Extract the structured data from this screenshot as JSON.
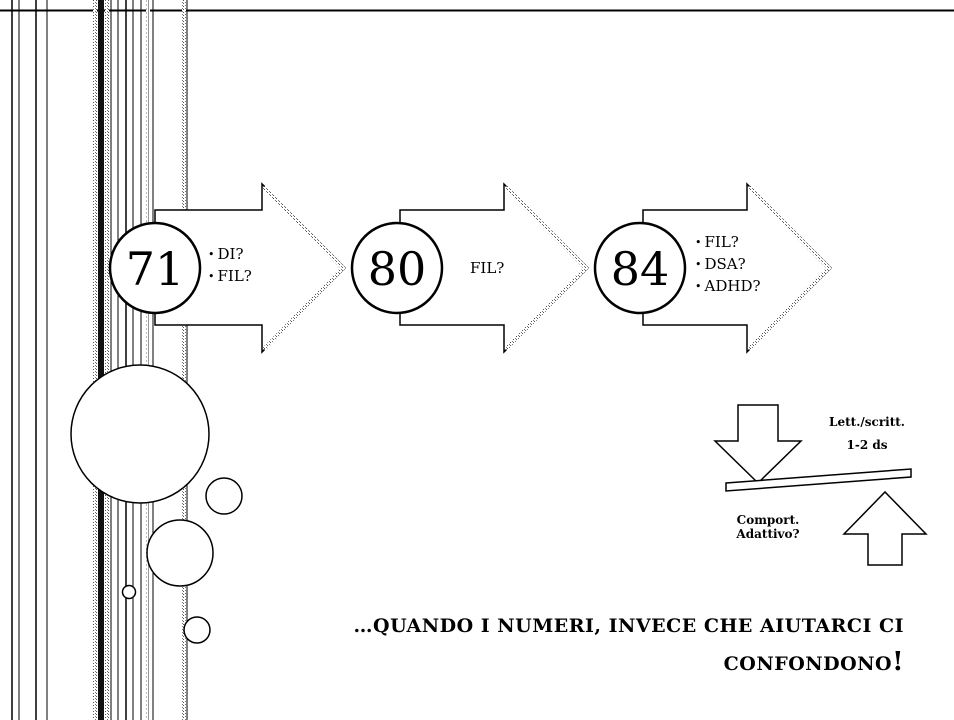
{
  "steps": [
    {
      "number": "71",
      "notes": [
        "DI?",
        "FIL?"
      ]
    },
    {
      "number": "80",
      "label": "FIL?"
    },
    {
      "number": "84",
      "notes": [
        "FIL?",
        "DSA?",
        "ADHD?"
      ]
    }
  ],
  "balance": {
    "top_label_line1": "Lett./scritt.",
    "top_label_line2": "1-2 ds",
    "bottom_label_line1": "Comport.",
    "bottom_label_line2": "Adattivo?"
  },
  "footer": {
    "line1": "…QUANDO I NUMERI, INVECE CHE AIUTARCI CI",
    "line2": "CONFONDONO",
    "line2_end": "!"
  }
}
